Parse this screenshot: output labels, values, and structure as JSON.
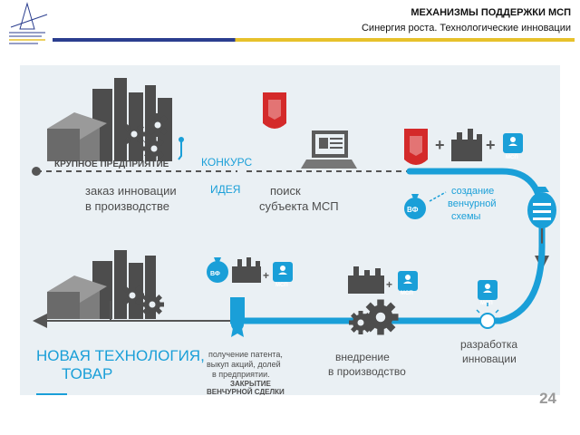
{
  "header": {
    "title": "МЕХАНИЗМЫ ПОДДЕРЖКИ МСП",
    "subtitle": "Синергия роста. Технологические инновации"
  },
  "diagram": {
    "large_enterprise": "КРУПНОЕ ПРЕДПРИЯТИЕ",
    "innovation_order": [
      "заказ инновации",
      "в производстве"
    ],
    "contest": "КОНКУРС",
    "idea": "ИДЕЯ",
    "search": [
      "поиск",
      "субъекта МСП"
    ],
    "venture": [
      "создание",
      "венчурной",
      "схемы"
    ],
    "development": [
      "разработка",
      "инновации"
    ],
    "implementation": [
      "внедрение",
      "в производство"
    ],
    "patent": [
      "получение патента,",
      "выкуп акций, долей",
      "в предприятии."
    ],
    "closing": [
      "ЗАКРЫТИЕ",
      "ВЕНЧУРНОЙ СДЕЛКИ"
    ],
    "new_tech": [
      "НОВАЯ ТЕХНОЛОГИЯ,",
      "ТОВАР"
    ],
    "fund_label": "ВФ",
    "sme_label": "МСП",
    "plus": "+"
  },
  "colors": {
    "accent": "#1a9fd8",
    "dark": "#4d4d4d",
    "panel": "#eaf0f4",
    "flag_red": "#d42a2a"
  },
  "page_number": "24"
}
